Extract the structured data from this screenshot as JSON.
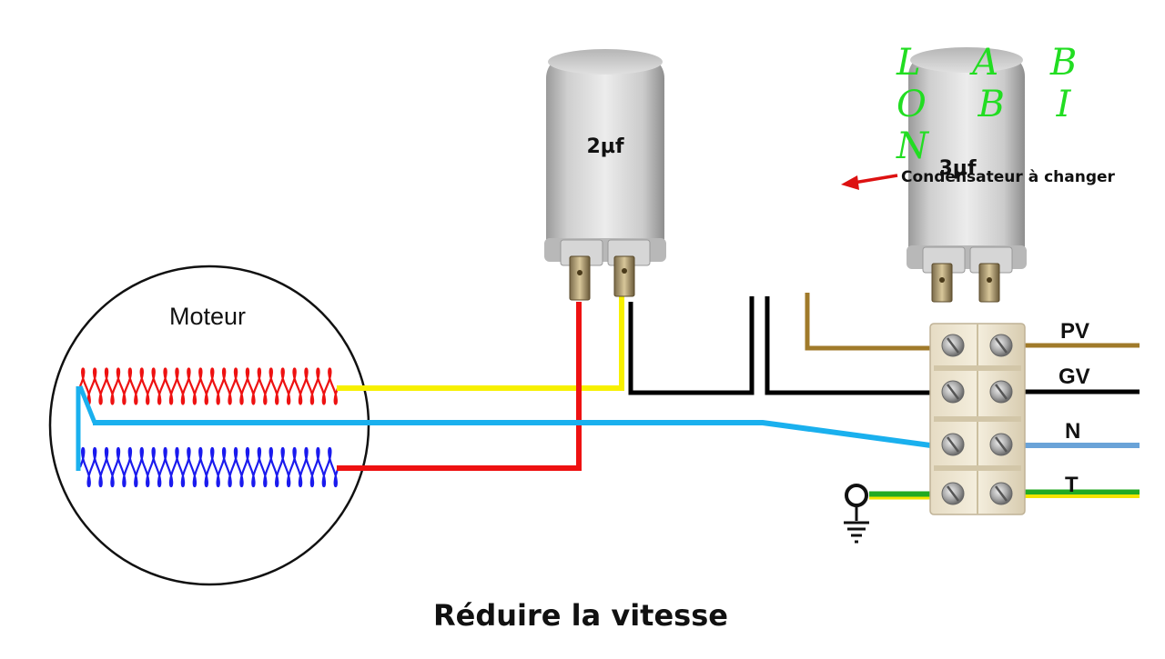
{
  "brand": "L A B O B I N",
  "motor_label": "Moteur",
  "capacitor_main_label": "2µf",
  "capacitor_replace_label": "3µf",
  "replace_note": "Condensateur à changer",
  "terminals": [
    {
      "label": "PV",
      "color": "#a07a2a"
    },
    {
      "label": "GV",
      "color": "#000000"
    },
    {
      "label": "N",
      "color": "#6aa3d8"
    },
    {
      "label": "T",
      "color": "#f2e400"
    }
  ],
  "caption": "Réduire la vitesse",
  "colors": {
    "red_winding": "#ee1111",
    "blue_winding": "#1a1aee",
    "yellow_wire": "#f7f000",
    "cyan_wire": "#1ab0ee",
    "red_wire": "#ee1111",
    "brown_wire": "#a07a2a",
    "black_wire": "#000000",
    "earth_green": "#22aa22",
    "brand": "#22dd22",
    "arrow": "#dd1111"
  },
  "icons": [
    "ground-icon",
    "arrow-left-icon",
    "capacitor-icon",
    "terminal-block-icon",
    "motor-coil-icon"
  ]
}
